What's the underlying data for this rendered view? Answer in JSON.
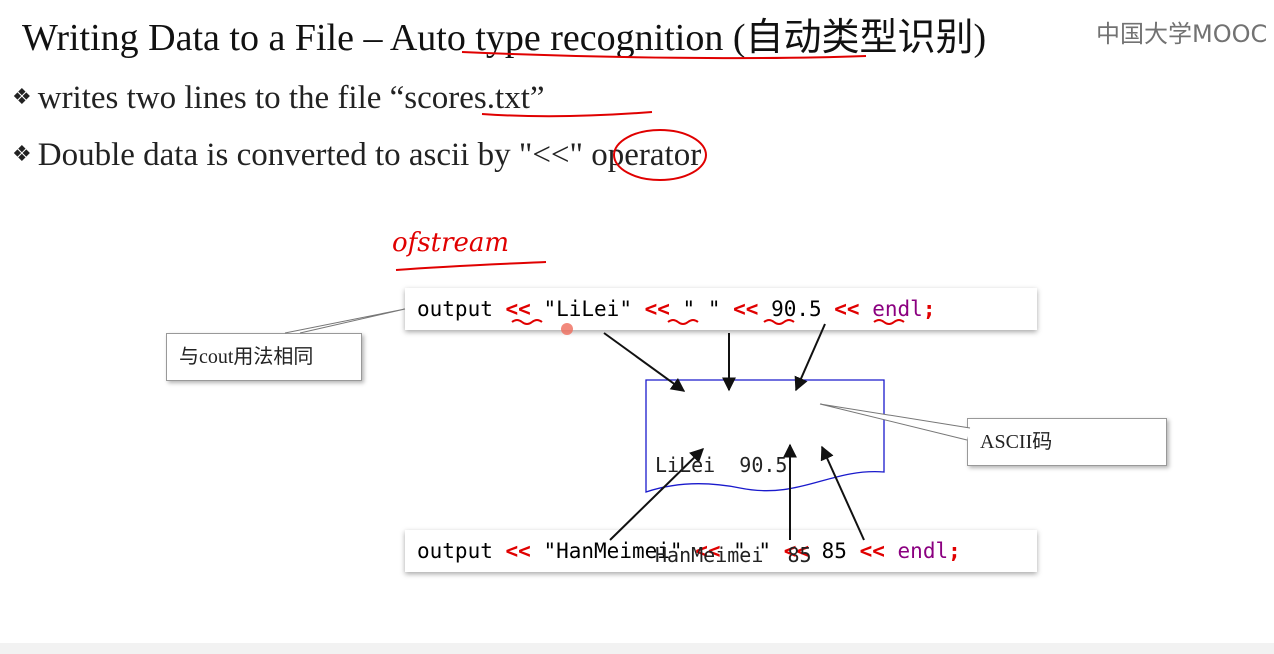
{
  "slide": {
    "title": "Writing Data to a File – Auto type recognition (自动类型识别)",
    "logo": "中国大学MOOC",
    "bullets": [
      "writes two lines to the file “scores.txt”",
      "Double data is converted to ascii by \"<<\" operator"
    ],
    "handwritten_note": "ofstream",
    "code_line_1": {
      "parts": [
        "output ",
        "<<",
        " \"LiLei\" ",
        "<<",
        " \" \" ",
        "<<",
        " 90.5 ",
        "<<",
        " ",
        "endl",
        ";"
      ]
    },
    "code_line_2": {
      "parts": [
        "output ",
        "<<",
        " \"HanMeimei\" ",
        "<<",
        " \" \" ",
        "<<",
        " 85 ",
        "<<",
        " ",
        "endl",
        ";"
      ]
    },
    "file_contents": [
      "LiLei  90.5",
      "HanMeimei  85"
    ],
    "callout_left": "与cout用法相同",
    "callout_right": "ASCII码"
  },
  "colors": {
    "operator": "#e00000",
    "keyword": "#8b0080",
    "annotation": "#e00000",
    "file_border": "#1a1acc"
  }
}
